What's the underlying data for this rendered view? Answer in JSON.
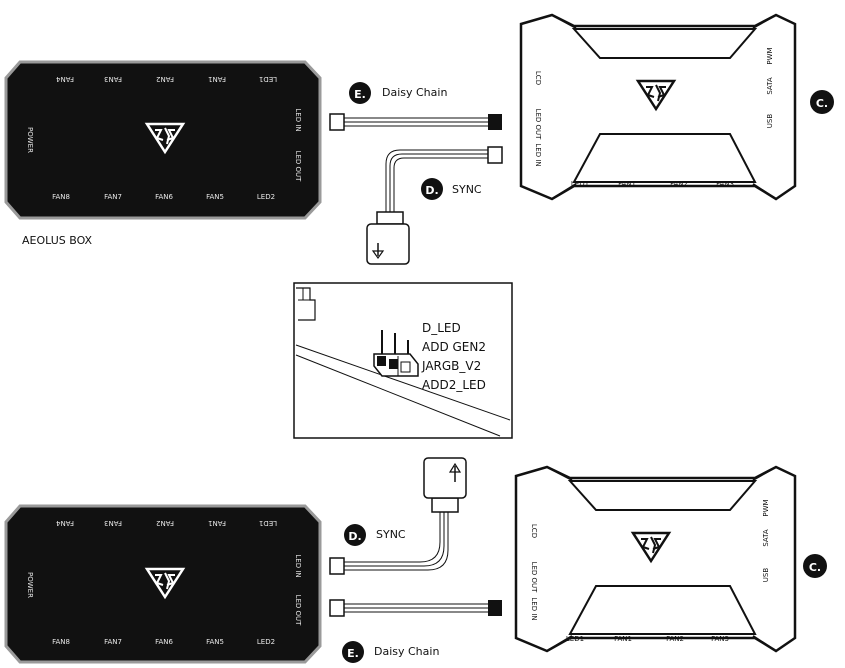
{
  "aeolus": {
    "box_label": "AEOLUS BOX",
    "top_ports": [
      "FAN4",
      "FAN3",
      "FAN2",
      "FAN1",
      "LED1"
    ],
    "bottom_ports": [
      "FAN8",
      "FAN7",
      "FAN6",
      "FAN5",
      "LED2"
    ],
    "left_label": "POWER",
    "right_in": "LED IN",
    "right_out": "LED OUT"
  },
  "controller": {
    "label_c": "C.",
    "left_lcd": "LCD",
    "left_led_out": "LED OUT",
    "left_led_in": "LED IN",
    "bottom_ports": [
      "LED1",
      "FAN1",
      "FAN2",
      "FAN3"
    ],
    "right_pwm": "PWM",
    "right_sata": "SATA",
    "right_usb": "USB"
  },
  "cables": {
    "daisy_badge": "E.",
    "daisy_label": "Daisy Chain",
    "sync_badge": "D.",
    "sync_label": "SYNC"
  },
  "inset": {
    "header_labels": [
      "D_LED",
      "ADD GEN2",
      "JARGB_V2",
      "ADD2_LED"
    ]
  },
  "colors": {
    "panel": "#111111",
    "panel_border": "#9a9a9a",
    "badge": "#111111",
    "text": "#111111",
    "text_on_dark": "#e8e8e8"
  }
}
